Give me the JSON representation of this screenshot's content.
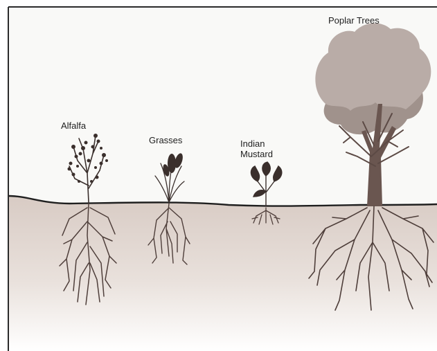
{
  "diagram": {
    "plants": [
      {
        "name": "alfalfa",
        "label": "Alfalfa"
      },
      {
        "name": "grasses",
        "label": "Grasses"
      },
      {
        "name": "indian-mustard",
        "label_line1": "Indian",
        "label_line2": "Mustard"
      },
      {
        "name": "poplar-trees",
        "label": "Poplar Trees"
      }
    ]
  },
  "colors": {
    "sky": "#f9f9f7",
    "soil_top": "#d8cbc4",
    "soil_bottom": "#ffffff",
    "ground_line": "#1f1f1f",
    "roots": "#4e3e3a",
    "foliage_dark": "#3a2f2c",
    "canopy": "#b9aca7",
    "trunk": "#6a5650"
  }
}
